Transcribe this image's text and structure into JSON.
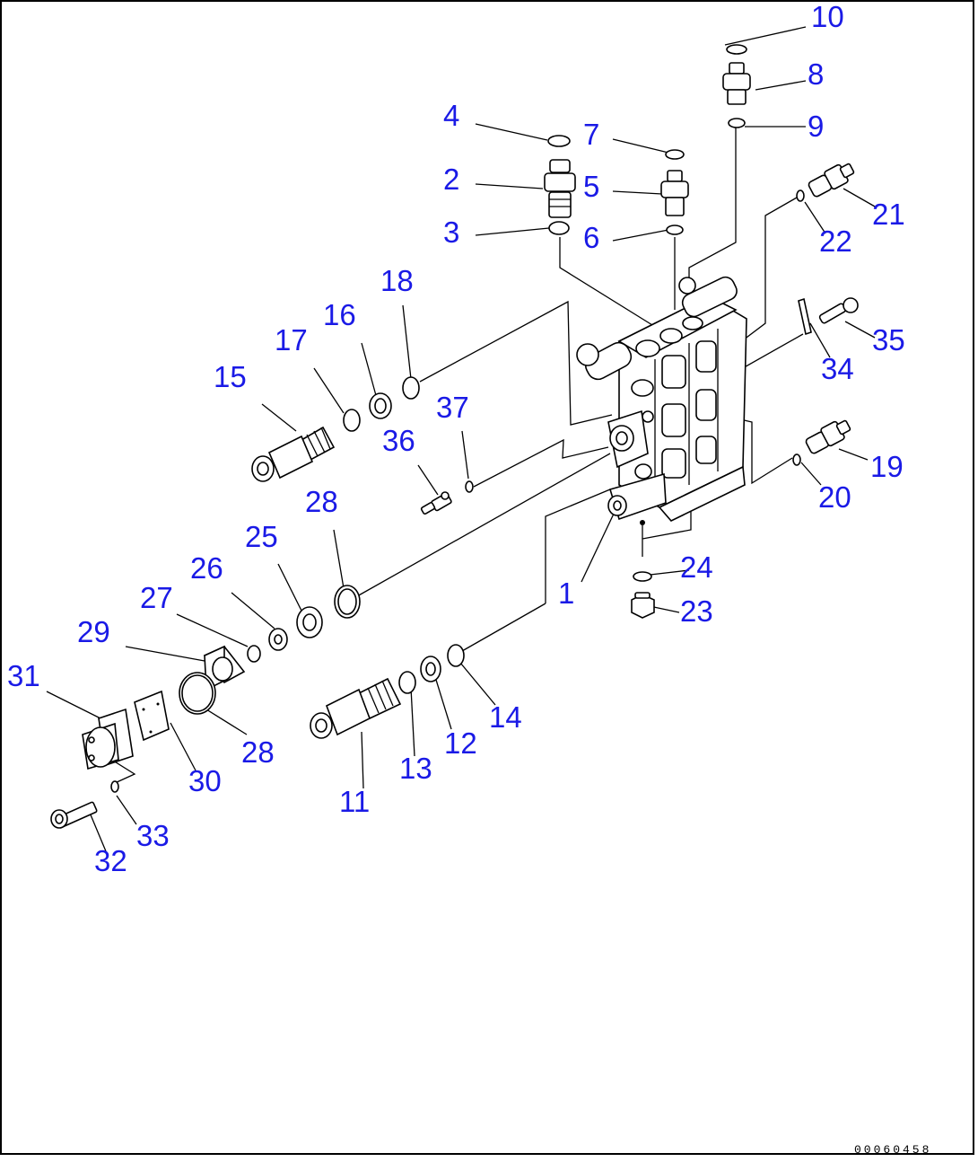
{
  "diagram_code": "00060458",
  "colors": {
    "callout": "#1a1ae6",
    "line": "#000000",
    "background": "#ffffff"
  },
  "callouts": {
    "c1": "1",
    "c2": "2",
    "c3": "3",
    "c4": "4",
    "c5": "5",
    "c6": "6",
    "c7": "7",
    "c8": "8",
    "c9": "9",
    "c10": "10",
    "c11": "11",
    "c12": "12",
    "c13": "13",
    "c14": "14",
    "c15": "15",
    "c16": "16",
    "c17": "17",
    "c18": "18",
    "c19": "19",
    "c20": "20",
    "c21": "21",
    "c22": "22",
    "c23": "23",
    "c24": "24",
    "c25": "25",
    "c26": "26",
    "c27": "27",
    "c28a": "28",
    "c28b": "28",
    "c29": "29",
    "c30": "30",
    "c31": "31",
    "c32": "32",
    "c33": "33",
    "c34": "34",
    "c35": "35",
    "c36": "36",
    "c37": "37"
  }
}
